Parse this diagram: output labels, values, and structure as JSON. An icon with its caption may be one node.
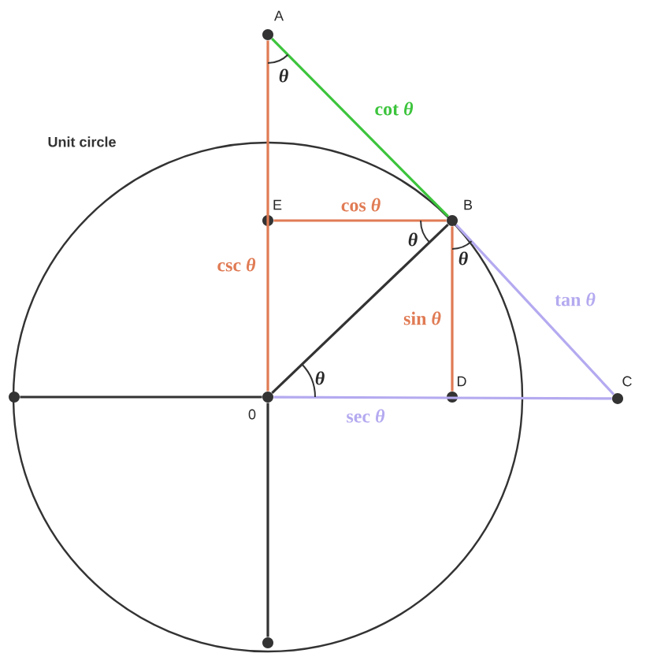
{
  "diagram": {
    "nodes": [
      {
        "text": [],
        "shape": "circle",
        "beside": [
          "A"
        ]
      },
      {
        "text": [],
        "shape": "circle",
        "beside": [
          "E"
        ]
      },
      {
        "text": [],
        "shape": "circle",
        "beside": [
          "B"
        ]
      },
      {
        "text": [],
        "shape": "circle"
      },
      {
        "text": [],
        "shape": "circle",
        "beside": [
          "0"
        ]
      },
      {
        "text": [],
        "shape": "circle",
        "beside": [
          "D"
        ]
      },
      {
        "text": [],
        "shape": "circle",
        "beside": [
          "C"
        ]
      },
      {
        "text": [],
        "shape": "circle"
      }
    ],
    "edges": [
      {
        "from": 0,
        "to": 4,
        "arrow": "none",
        "label": "csc *θ*",
        "color": "#e07b54"
      },
      {
        "from": 0,
        "to": 2,
        "arrow": "none",
        "label": "cot *θ*",
        "color": "#3cc43c"
      },
      {
        "from": 1,
        "to": 2,
        "arrow": "none",
        "label": "cos *θ*",
        "color": "#e07b54"
      },
      {
        "from": 2,
        "to": 5,
        "arrow": "none",
        "label": "sin *θ*",
        "color": "#e07b54"
      },
      {
        "from": 2,
        "to": 6,
        "arrow": "none",
        "label": "tan *θ*",
        "color": "#b4aaf0"
      },
      {
        "from": 4,
        "to": 6,
        "arrow": "none",
        "label": "sec *θ*",
        "color": "#b4aaf0"
      },
      {
        "from": 4,
        "to": 2,
        "arrow": "none",
        "color": "#333333"
      },
      {
        "from": 3,
        "to": 4,
        "arrow": "none",
        "color": "#333333"
      },
      {
        "from": 4,
        "to": 7,
        "arrow": "none",
        "color": "#333333"
      }
    ],
    "labels": [
      "Unit circle",
      "θ",
      "θ",
      "θ",
      "θ"
    ]
  }
}
